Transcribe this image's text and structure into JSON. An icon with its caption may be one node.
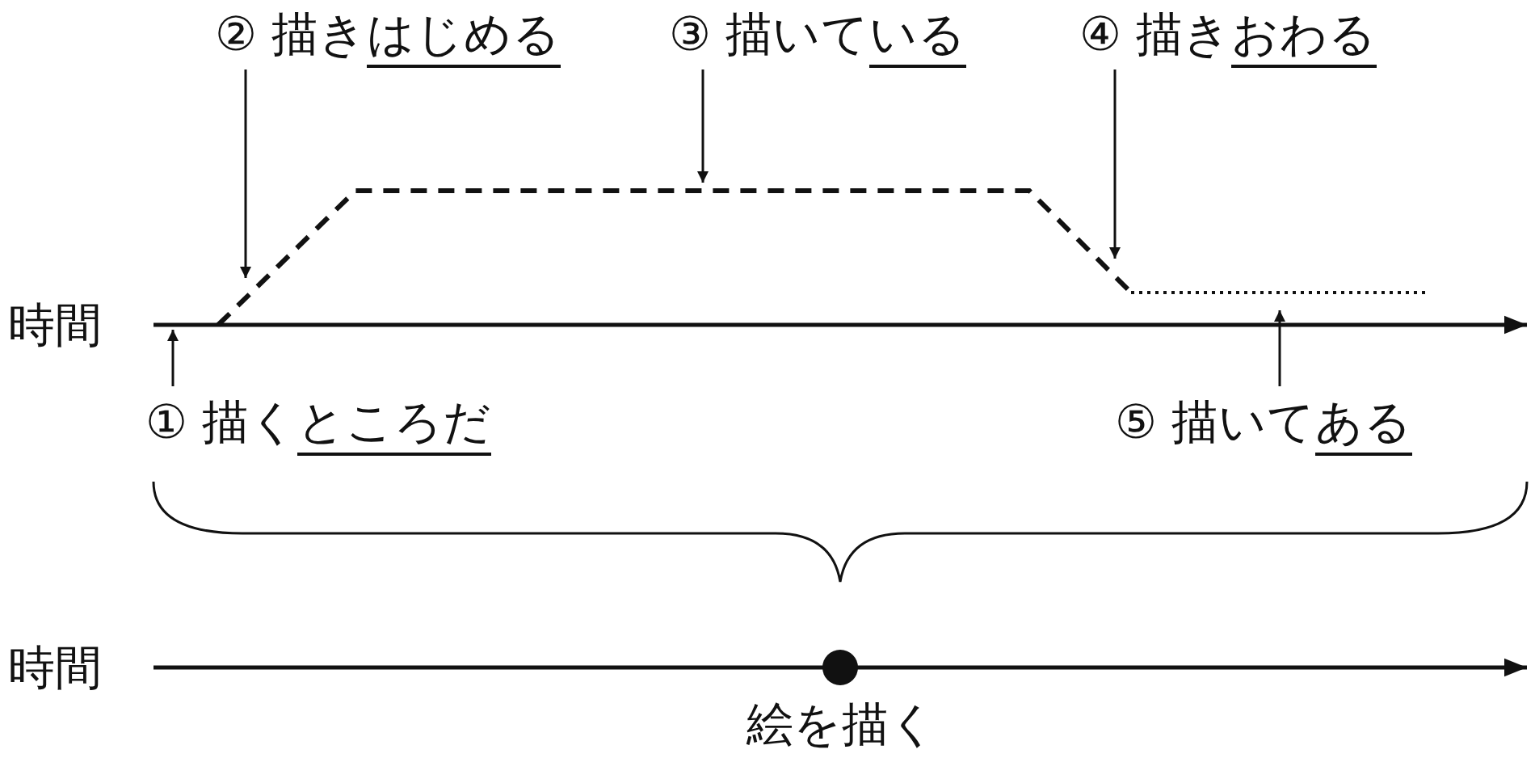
{
  "diagram": {
    "nodes": [
      {
        "text": [
          "時間"
        ]
      },
      {
        "text": [
          "① 描くところだ"
        ]
      },
      {
        "text": [
          "② 描きはじめる"
        ]
      },
      {
        "text": [
          "③ 描いている"
        ]
      },
      {
        "text": [
          "④ 描きおわる"
        ]
      },
      {
        "text": [
          "⑤ 描いてある"
        ]
      },
      {
        "text": [
          "時間"
        ]
      },
      {
        "text": [
          "絵を描く"
        ]
      }
    ],
    "edges": [
      {
        "from": 1,
        "to": null,
        "arrow": "to"
      },
      {
        "from": 2,
        "to": null,
        "arrow": "to"
      },
      {
        "from": 3,
        "to": null,
        "arrow": "to"
      },
      {
        "from": 4,
        "to": null,
        "arrow": "to"
      },
      {
        "from": 5,
        "to": null,
        "arrow": "to"
      }
    ]
  }
}
